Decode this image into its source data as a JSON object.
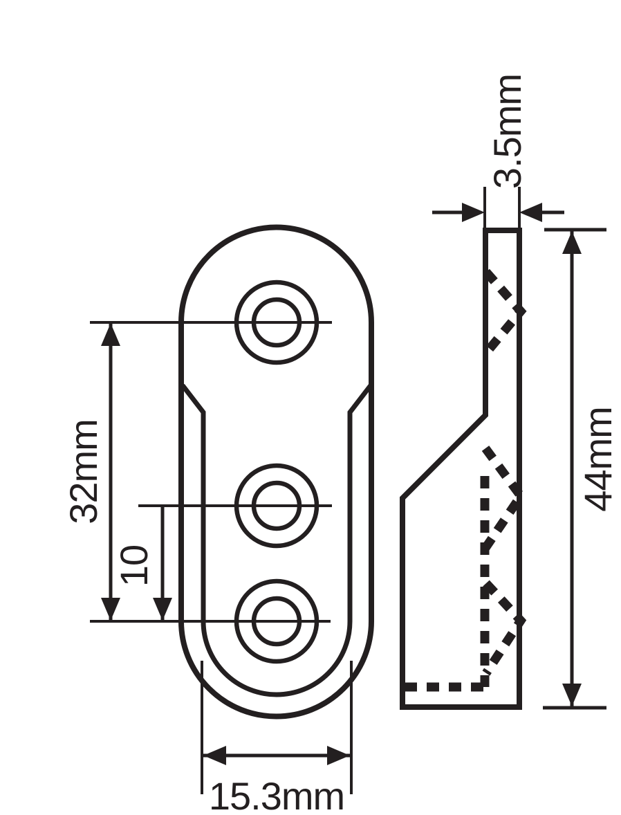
{
  "colors": {
    "ink": "#231f20",
    "background": "#ffffff"
  },
  "front_view": {
    "dim_hole_span_label": "32mm",
    "dim_hole_pitch_label": "10",
    "dim_width_label": "15.3mm"
  },
  "side_view": {
    "dim_thickness_label": "3.5mm",
    "dim_height_label": "44mm"
  }
}
